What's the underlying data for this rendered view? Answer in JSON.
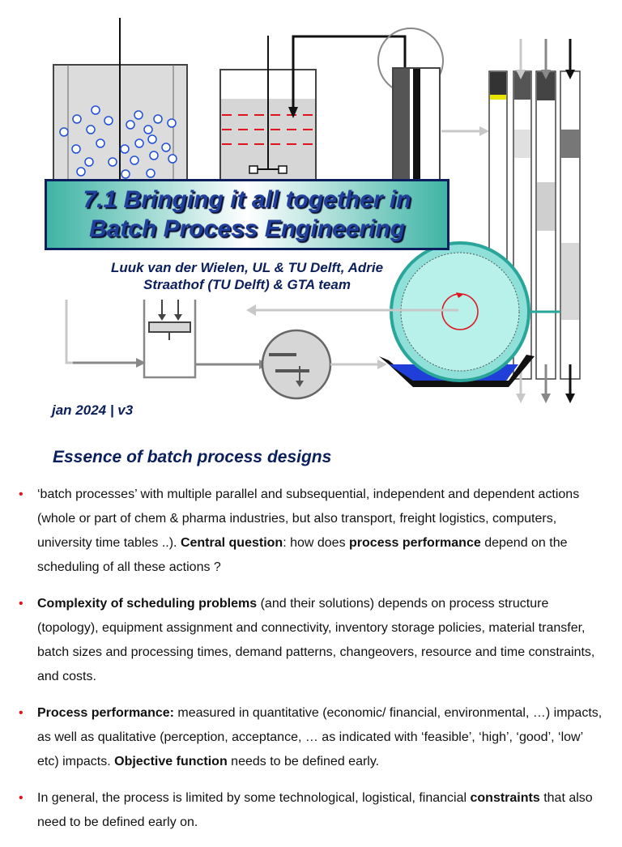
{
  "title": {
    "line1": "7.1 Bringing it all together in",
    "line2": "Batch Process Engineering"
  },
  "authors": {
    "line1": "Luuk van der Wielen, UL & TU Delft, Adrie",
    "line2": "Straathof (TU Delft) & GTA team"
  },
  "version": "jan 2024 | v3",
  "section_heading": "Essence of batch process designs",
  "bullets": [
    {
      "s1": "‘batch processes’ with multiple parallel and subsequential, independent and dependent actions (whole or part of chem & pharma industries, but also transport, freight logistics, computers, university time tables ..). ",
      "b1": "Central question",
      "s2": ": how does ",
      "b2": "process performance",
      "s3": " depend on the scheduling of all these actions ?"
    },
    {
      "b1": "Complexity of scheduling problems",
      "s1": " (and their solutions) depends on process structure (topology), equipment assignment and connectivity, inventory storage policies, material transfer, batch sizes and processing times, demand patterns, changeovers, resource and time constraints, and costs."
    },
    {
      "b1": "Process performance:",
      "s1": " measured in quantitative (economic/ financial, environmental, …) impacts, as well as qualitative (perception, acceptance, … as indicated with ‘feasible’, ‘high’, ‘good’, ‘low’ etc) impacts. ",
      "b2": "Objective function",
      "s2": " needs to be defined early."
    },
    {
      "s1": "In general, the process is limited by some technological, logistical, financial ",
      "b1": "constraints",
      "s2": " that also need to be defined early on."
    }
  ],
  "colors": {
    "accent_navy": "#0b1f5c",
    "bullet_red": "#e0141e",
    "teal": "#3fb4a5"
  }
}
